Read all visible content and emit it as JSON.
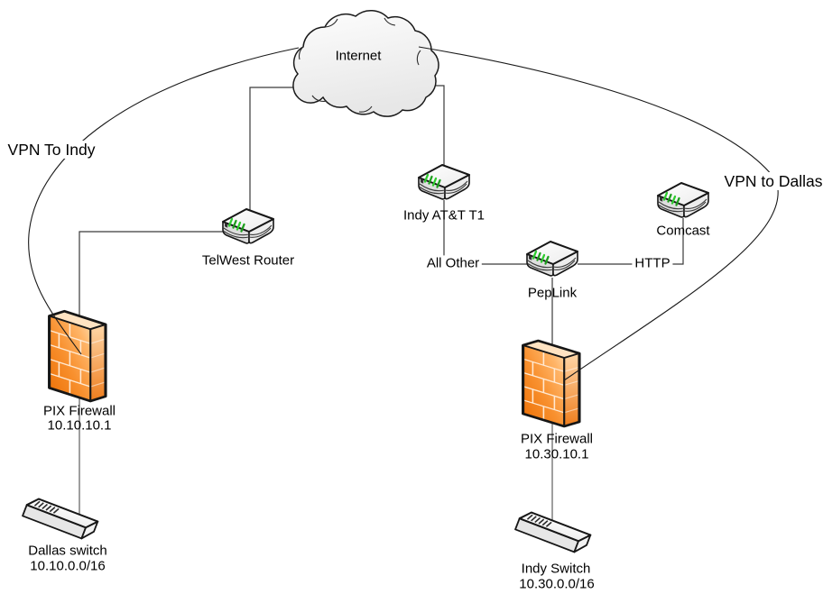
{
  "diagram": {
    "type": "network-topology",
    "nodes": {
      "internet": {
        "label": "Internet",
        "icon": "cloud-icon"
      },
      "telwest": {
        "label": "TelWest Router",
        "icon": "router-icon"
      },
      "indy_att": {
        "label": "Indy AT&T T1",
        "icon": "router-icon"
      },
      "comcast": {
        "label": "Comcast",
        "icon": "router-icon"
      },
      "peplink": {
        "label": "PepLink",
        "icon": "router-icon"
      },
      "pix_dallas": {
        "label": "PIX Firewall",
        "ip": "10.10.10.1",
        "icon": "firewall-icon"
      },
      "pix_indy": {
        "label": "PIX Firewall",
        "ip": "10.30.10.1",
        "icon": "firewall-icon"
      },
      "dallas_switch": {
        "label": "Dallas switch",
        "subnet": "10.10.0.0/16",
        "icon": "switch-icon"
      },
      "indy_switch": {
        "label": "Indy Switch",
        "subnet": "10.30.0.0/16",
        "icon": "switch-icon"
      }
    },
    "edge_labels": {
      "vpn_to_indy": "VPN To Indy",
      "vpn_to_dallas": "VPN to Dallas",
      "all_other": "All Other",
      "http": "HTTP"
    },
    "colors": {
      "firewall_orange": "#F5821F",
      "firewall_orange_dark": "#E06A00",
      "router_led_green": "#2ECC2E",
      "connector_line": "#3A3A3A",
      "device_link_gray": "#7F7F7F",
      "outline_black": "#161616",
      "cloud_fill": "#F1F1F1"
    }
  }
}
